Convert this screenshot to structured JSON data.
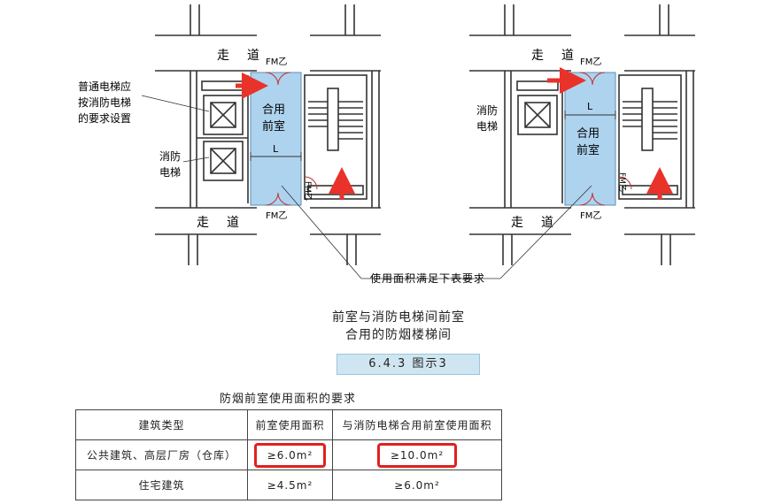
{
  "left_plan": {
    "corridor_top": "走　道",
    "corridor_bottom": "走　道",
    "door_top": "FM乙",
    "door_bottom": "FM乙",
    "door_side": "FM乙",
    "shared_room": [
      "合用",
      "前室"
    ],
    "length_mark": "L",
    "note_ordinary_elevator": [
      "普通电梯应",
      "按消防电梯",
      "的要求设置"
    ],
    "note_fire_elevator": [
      "消防",
      "电梯"
    ]
  },
  "right_plan": {
    "corridor_top": "走　道",
    "corridor_bottom": "走　道",
    "door_top": "FM乙",
    "door_bottom": "FM乙",
    "door_side": "FM乙",
    "shared_room": [
      "合用",
      "前室"
    ],
    "length_mark": "L",
    "note_fire_elevator": [
      "消防",
      "电梯"
    ]
  },
  "area_callout": "使用面积满足下表要求",
  "caption": [
    "前室与消防电梯间前室",
    "合用的防烟楼梯间"
  ],
  "figure_label": "6.4.3 图示3",
  "table": {
    "title": "防烟前室使用面积的要求",
    "headers": [
      "建筑类型",
      "前室使用面积",
      "与消防电梯合用前室使用面积"
    ],
    "rows": [
      [
        "公共建筑、高层厂房（仓库）",
        "≥6.0m²",
        "≥10.0m²"
      ],
      [
        "住宅建筑",
        "≥4.5m²",
        "≥6.0m²"
      ]
    ]
  },
  "colors": {
    "room_fill": "#aed3ef",
    "arrow": "#e8322a",
    "highlight": "#e02020",
    "figure_box": "#cfe6f2"
  }
}
